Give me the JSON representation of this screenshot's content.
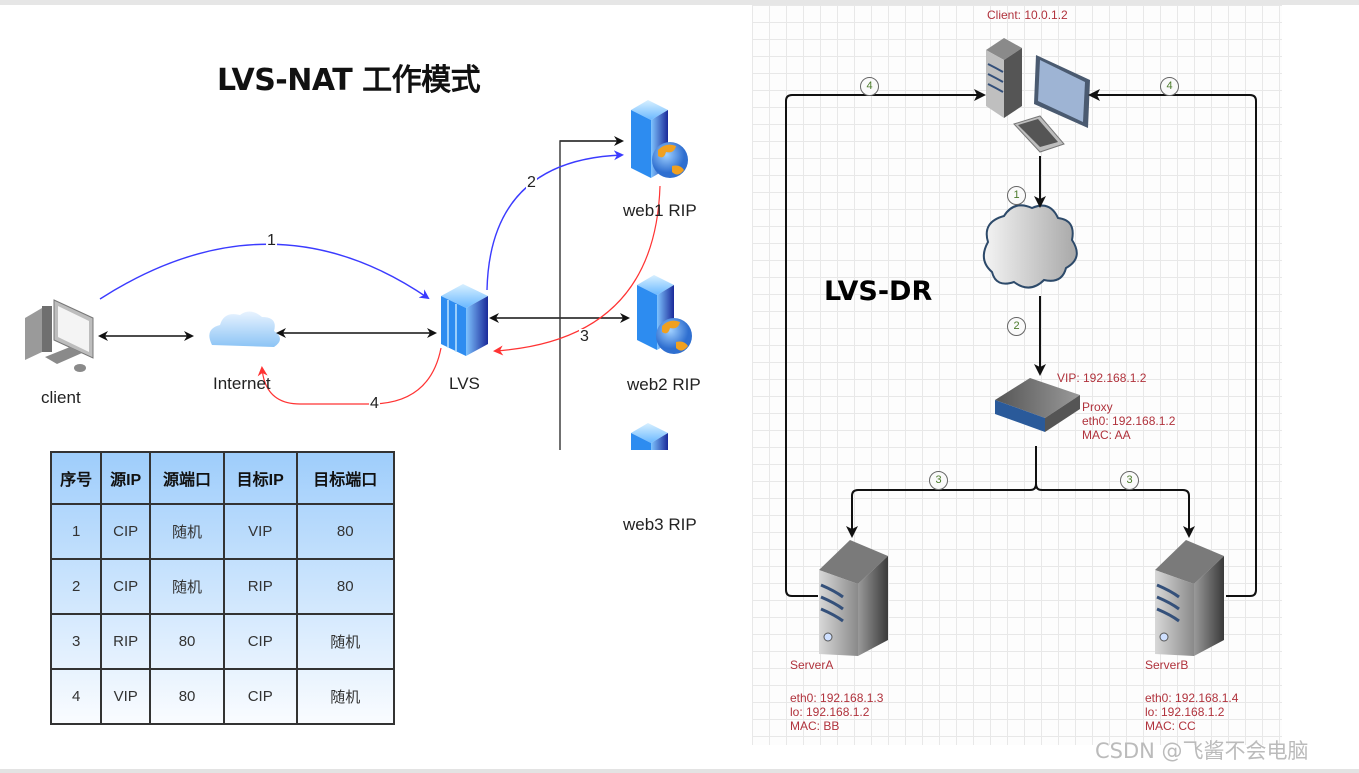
{
  "nat": {
    "title": "LVS-NAT 工作模式",
    "nodes": {
      "client": "client",
      "internet": "Internet",
      "lvs": "LVS",
      "web1": "web1 RIP",
      "web2": "web2 RIP",
      "web3": "web3 RIP"
    },
    "flows": [
      "1",
      "2",
      "3",
      "4"
    ],
    "colors": {
      "request": "#3b3bff",
      "response": "#ff3333",
      "link": "#111111"
    },
    "table": {
      "headers": [
        "序号",
        "源IP",
        "源端口",
        "目标IP",
        "目标端口"
      ],
      "rows": [
        [
          "1",
          "CIP",
          "随机",
          "VIP",
          "80"
        ],
        [
          "2",
          "CIP",
          "随机",
          "RIP",
          "80"
        ],
        [
          "3",
          "RIP",
          "80",
          "CIP",
          "随机"
        ],
        [
          "4",
          "VIP",
          "80",
          "CIP",
          "随机"
        ]
      ]
    }
  },
  "dr": {
    "title": "LVS-DR",
    "client_label": "Client: 10.0.1.2",
    "proxy": {
      "vip": "VIP: 192.168.1.2",
      "name": "Proxy",
      "eth0": "eth0: 192.168.1.2",
      "mac": "MAC: AA"
    },
    "serverA": {
      "name": "ServerA",
      "eth0": "eth0: 192.168.1.3",
      "lo": "lo: 192.168.1.2",
      "mac": "MAC: BB"
    },
    "serverB": {
      "name": "ServerB",
      "eth0": "eth0: 192.168.1.4",
      "lo": "lo: 192.168.1.2",
      "mac": "MAC: CC"
    },
    "steps": [
      "1",
      "2",
      "3",
      "3",
      "4",
      "4"
    ]
  },
  "watermark": "CSDN @飞酱不会电脑"
}
